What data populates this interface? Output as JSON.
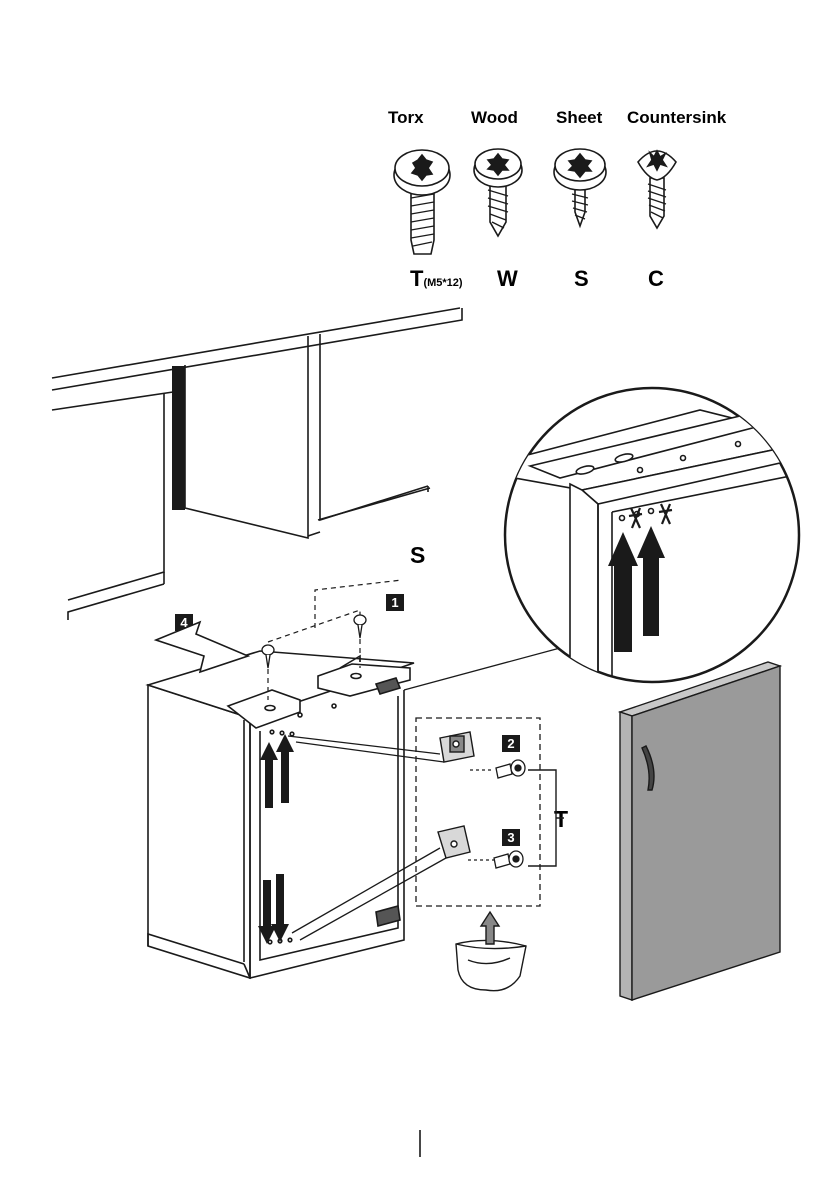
{
  "screw_types": [
    {
      "name": "Torx",
      "code": "T",
      "spec": "(M5*12)"
    },
    {
      "name": "Wood",
      "code": "W"
    },
    {
      "name": "Sheet",
      "code": "S"
    },
    {
      "name": "Countersink",
      "code": "C"
    }
  ],
  "callouts": {
    "sheet_screw": "S",
    "torx_screw": "T"
  },
  "steps": [
    "1",
    "2",
    "3",
    "4"
  ],
  "colors": {
    "line": "#1a1a1a",
    "door_fill": "#9a9a9a",
    "door_edge": "#c8c8c8",
    "arrow": "#1a1a1a"
  }
}
